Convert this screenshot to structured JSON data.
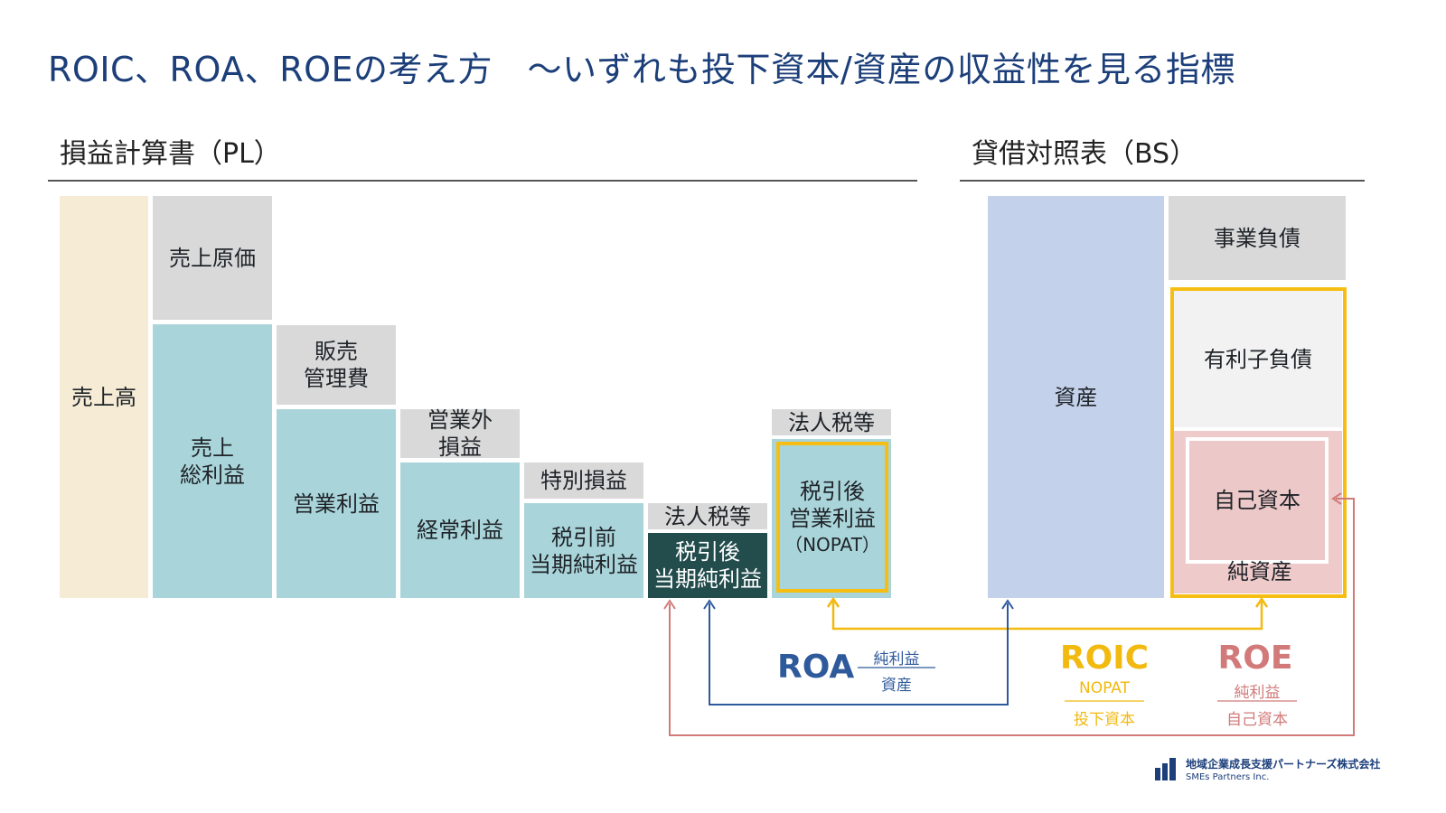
{
  "title": "ROIC、ROA、ROEの考え方　～いずれも投下資本/資産の収益性を見る指標",
  "pl": {
    "heading": "損益計算書（PL）",
    "sales": "売上高",
    "cogs": "売上原価",
    "gross_profit": "売上\n総利益",
    "sga": "販売\n管理費",
    "operating_income": "営業利益",
    "non_operating": "営業外\n損益",
    "ordinary_income": "経常利益",
    "extraordinary": "特別損益",
    "pretax_income": "税引前\n当期純利益",
    "tax_1": "法人税等",
    "net_income": "税引後\n当期純利益",
    "tax_2": "法人税等",
    "nopat_main": "税引後\n営業利益",
    "nopat_sub": "（NOPAT）"
  },
  "bs": {
    "heading": "貸借対照表（BS）",
    "assets": "資産",
    "operating_liabilities": "事業負債",
    "interest_bearing_debt": "有利子負債",
    "equity": "自己資本",
    "net_assets": "純資産"
  },
  "formulas": {
    "roa": {
      "name": "ROA",
      "numerator": "純利益",
      "denominator": "資産",
      "color": "#2e5a9c"
    },
    "roic": {
      "name": "ROIC",
      "numerator": "NOPAT",
      "denominator": "投下資本",
      "color": "#f2b90f"
    },
    "roe": {
      "name": "ROE",
      "numerator": "純利益",
      "denominator": "自己資本",
      "color": "#d27a7a"
    }
  },
  "logo": {
    "company_jp": "地域企業成長支援パートナーズ株式会社",
    "company_en": "SMEs Partners Inc."
  }
}
